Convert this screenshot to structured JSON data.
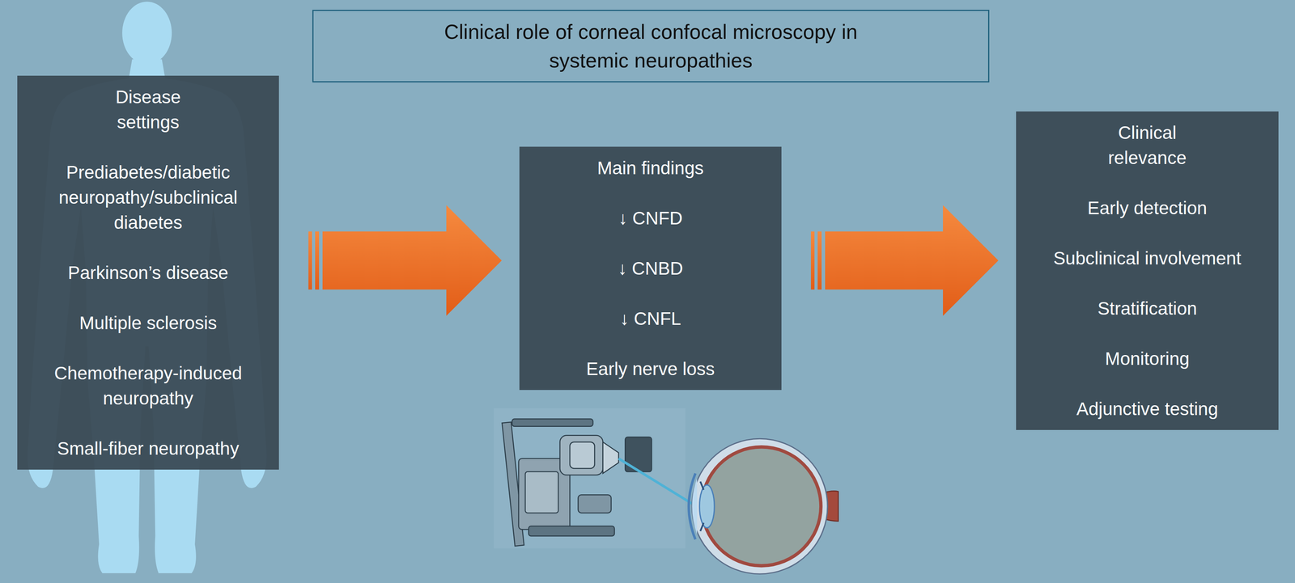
{
  "diagram": {
    "title": "Clinical role of corneal confocal microscopy in systemic neuropathies",
    "nodes": [
      {
        "text": [
          "Disease settings",
          "Prediabetes/diabetic neuropathy/subclinical diabetes",
          "Parkinson’s disease",
          "Multiple sclerosis",
          "Chemotherapy-induced neuropathy",
          "Small-fiber neuropathy"
        ]
      },
      {
        "text": [
          "Main findings",
          "↓ CNFD",
          "↓ CNBD",
          "↓ CNFL",
          "Early nerve loss"
        ]
      },
      {
        "text": [
          "Clinical relevance",
          "Early detection",
          "Subclinical involvement",
          "Stratification",
          "Monitoring",
          "Adjunctive testing"
        ]
      }
    ],
    "edges": [
      {
        "from": 0,
        "to": 1,
        "arrow": "to"
      },
      {
        "from": 1,
        "to": 2,
        "arrow": "to"
      }
    ]
  }
}
